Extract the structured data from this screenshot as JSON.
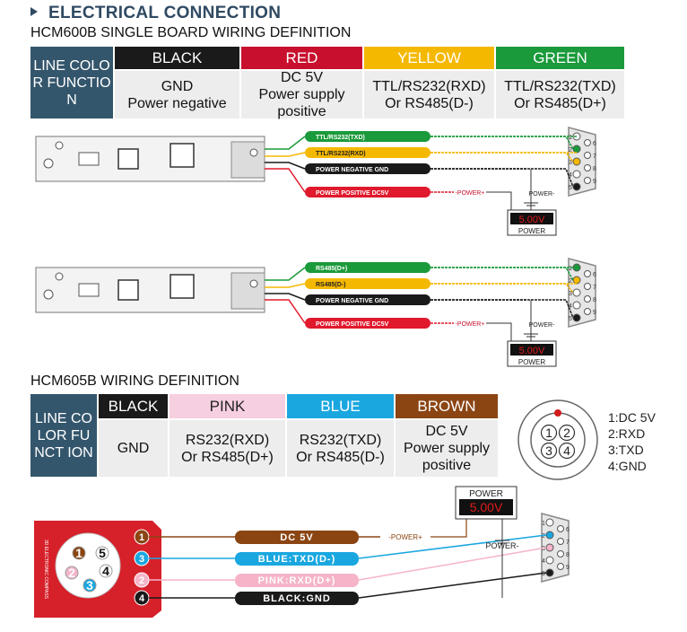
{
  "heading": "ELECTRICAL CONNECTION",
  "table1": {
    "title": "HCM600B SINGLE BOARD WIRING DEFINITION",
    "label": "LINE COLOR FUNCTIO N",
    "columns": [
      {
        "header": "BLACK",
        "color": "#1a1a1a",
        "line1": "GND",
        "line2": "Power negative",
        "line3": ""
      },
      {
        "header": "RED",
        "color": "#c8102e",
        "line1": "DC 5V",
        "line2": "Power supply",
        "line3": "positive"
      },
      {
        "header": "YELLOW",
        "color": "#f5b800",
        "line1": "TTL/RS232(RXD)",
        "line2": "Or RS485(D-)",
        "line3": ""
      },
      {
        "header": "GREEN",
        "color": "#1a9a3a",
        "line1": "TTL/RS232(TXD)",
        "line2": "Or RS485(D+)",
        "line3": ""
      }
    ]
  },
  "diagram1": {
    "wires": [
      "TTL/RS232(TXD)",
      "TTL/RS232(RXD)",
      "POWER NEGATIVE GND",
      "POWER POSITIVE DC5V"
    ],
    "power_pos": "-POWER+",
    "power_neg": "POWER-",
    "display": "5.00V",
    "power_label": "POWER",
    "pins": [
      "1",
      "2",
      "3",
      "4",
      "5",
      "6",
      "7",
      "8",
      "9"
    ]
  },
  "diagram2": {
    "wires": [
      "RS485(D+)",
      "RS485(D-)",
      "POWER NEGATIVE GND",
      "POWER POSITIVE DC5V"
    ],
    "power_pos": "-POWER+",
    "power_neg": "POWER-",
    "display": "5.00V",
    "power_label": "POWER",
    "pins": [
      "1",
      "2",
      "3",
      "4",
      "5",
      "6",
      "7",
      "8",
      "9"
    ]
  },
  "table2": {
    "title": "HCM605B WIRING DEFINITION",
    "label": "LINE COLOR FUNCT ION",
    "columns": [
      {
        "header": "BLACK",
        "color": "#1a1a1a",
        "hcolor": "#ffffff",
        "line1": "GND",
        "line2": "",
        "line3": ""
      },
      {
        "header": "PINK",
        "color": "#f6cfe0",
        "hcolor": "#222222",
        "line1": "RS232(RXD)",
        "line2": "Or RS485(D+)",
        "line3": ""
      },
      {
        "header": "BLUE",
        "color": "#1aa7e0",
        "hcolor": "#ffffff",
        "line1": "RS232(TXD)",
        "line2": "Or RS485(D-)",
        "line3": ""
      },
      {
        "header": "BROWN",
        "color": "#8b4513",
        "hcolor": "#ffffff",
        "line1": "DC 5V",
        "line2": "Power supply",
        "line3": "positive"
      }
    ]
  },
  "connector": {
    "pins": [
      "1",
      "2",
      "3",
      "4"
    ],
    "legend": [
      "1:DC 5V",
      "2:RXD",
      "3:TXD",
      "4:GND"
    ]
  },
  "diagram3": {
    "device_label": "3D ELECTRONIC COMPASS",
    "wires": [
      "DC 5V",
      "BLUE:TXD(D-)",
      "PINK:RXD(D+)",
      "BLACK:GND"
    ],
    "pin_nums": [
      "1",
      "3",
      "2",
      "4"
    ],
    "face_pins": [
      "1",
      "5",
      "2",
      "4",
      "3"
    ],
    "power_pos": "-POWER+",
    "power_neg": "POWER-",
    "display": "5.00V",
    "power_label": "POWER",
    "pins": [
      "1",
      "2",
      "3",
      "4",
      "5",
      "6",
      "7",
      "8",
      "9"
    ]
  }
}
